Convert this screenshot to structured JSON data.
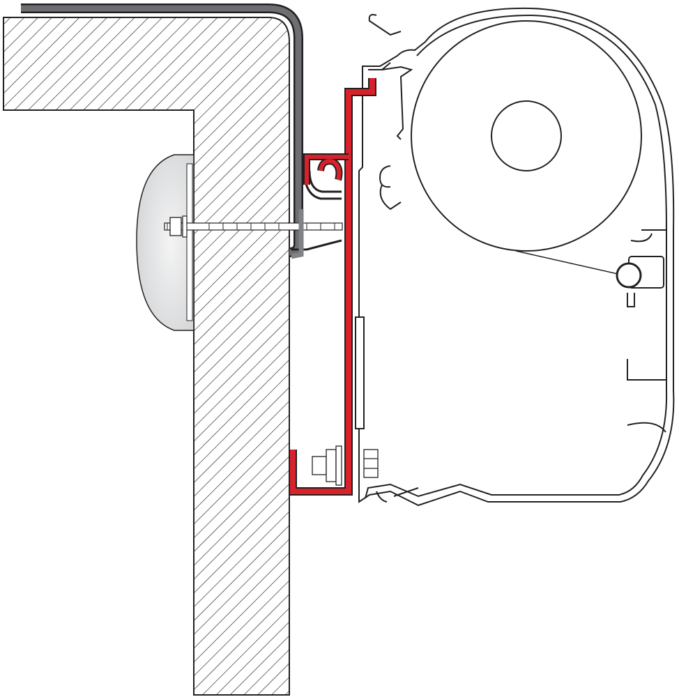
{
  "diagram": {
    "colors": {
      "bracket": "#d7222c",
      "wall_cap": "#58595b",
      "outline": "#231f20",
      "background": "#ffffff",
      "spacer": "#e6e7e8"
    },
    "components": [
      "wall",
      "wall-cap",
      "backing-plate",
      "bolt",
      "adapter-bracket",
      "awning-cassette",
      "roller-tube"
    ]
  }
}
